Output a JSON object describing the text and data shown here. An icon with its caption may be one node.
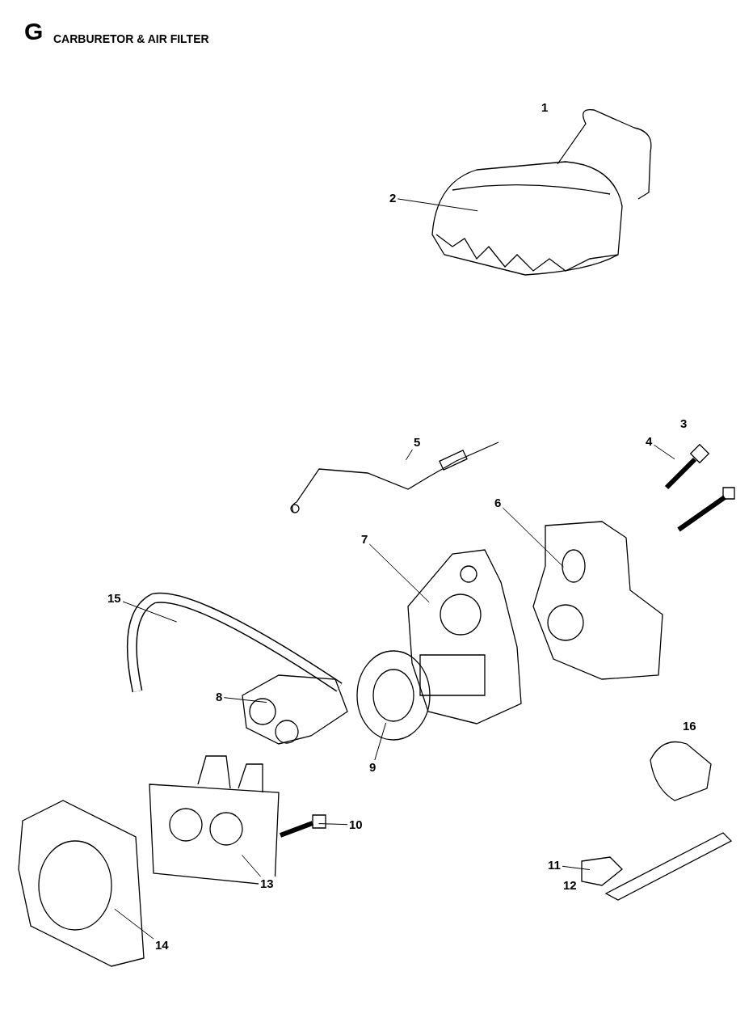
{
  "diagram": {
    "title": "CARBURETOR & AIR FILTER",
    "nodes": [
      {
        "text": [
          "2"
        ]
      },
      {
        "text": [],
        "shape": "picture"
      },
      {
        "text": [
          "4"
        ]
      },
      {
        "text": [],
        "shape": "picture"
      },
      {
        "text": [
          "5"
        ]
      },
      {
        "text": [],
        "shape": "picture"
      },
      {
        "text": [
          "6"
        ]
      },
      {
        "text": [],
        "shape": "picture"
      },
      {
        "text": [
          "7"
        ]
      },
      {
        "text": [],
        "shape": "picture"
      },
      {
        "text": [
          "15"
        ]
      },
      {
        "text": [],
        "shape": "picture"
      },
      {
        "text": [
          "8"
        ]
      },
      {
        "text": [],
        "shape": "picture"
      },
      {
        "text": [
          "9"
        ]
      },
      {
        "text": [],
        "shape": "picture"
      },
      {
        "text": [
          "10"
        ]
      },
      {
        "text": [],
        "shape": "picture"
      },
      {
        "text": [
          "11"
        ]
      },
      {
        "text": [],
        "shape": "picture"
      },
      {
        "text": [
          "13"
        ]
      },
      {
        "text": [],
        "shape": "picture"
      },
      {
        "text": [
          "14"
        ]
      },
      {
        "text": [],
        "shape": "picture"
      }
    ],
    "edges": [
      {
        "from": 0,
        "to": 1,
        "arrow": "none"
      },
      {
        "from": 2,
        "to": 3,
        "arrow": "none"
      },
      {
        "from": 4,
        "to": 5,
        "arrow": "none"
      },
      {
        "from": 6,
        "to": 7,
        "arrow": "none"
      },
      {
        "from": 8,
        "to": 9,
        "arrow": "none"
      },
      {
        "from": 10,
        "to": 11,
        "arrow": "none"
      },
      {
        "from": 12,
        "to": 13,
        "arrow": "none"
      },
      {
        "from": 14,
        "to": 15,
        "arrow": "none"
      },
      {
        "from": 16,
        "to": 17,
        "arrow": "none"
      },
      {
        "from": 18,
        "to": 19,
        "arrow": "none"
      },
      {
        "from": 20,
        "to": 21,
        "arrow": "none"
      },
      {
        "from": 22,
        "to": 23,
        "arrow": "none"
      }
    ],
    "labels": [
      "G",
      "1",
      "3",
      "12",
      "16"
    ]
  }
}
